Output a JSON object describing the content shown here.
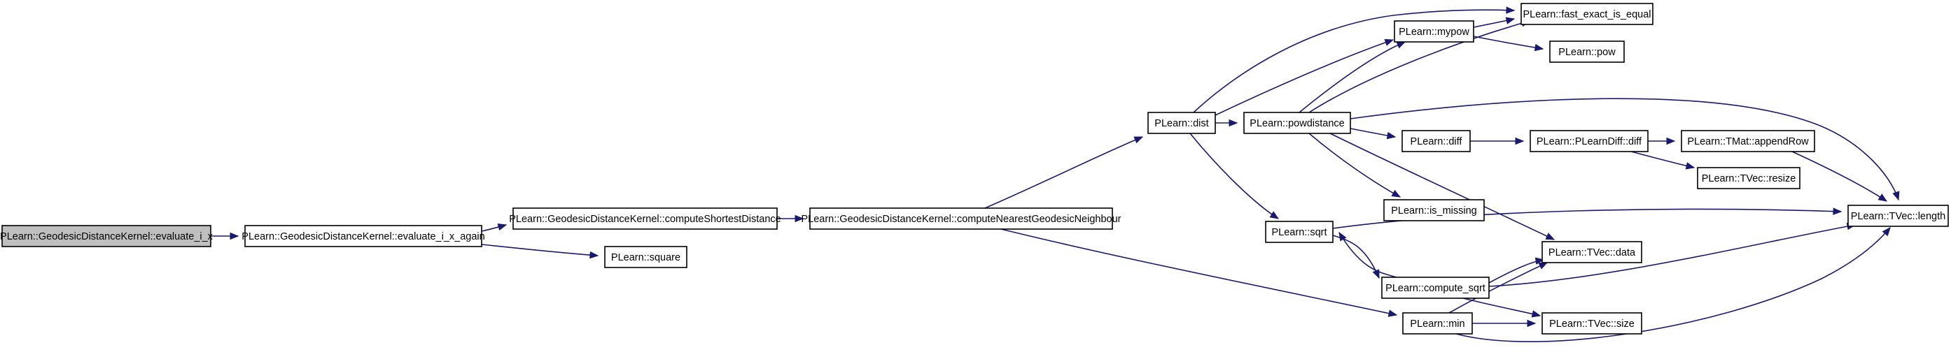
{
  "diagram": {
    "type": "call-graph",
    "colors": {
      "edge": "#191970",
      "node_border": "#000000",
      "root_fill": "#bfbfbf",
      "node_fill": "#ffffff"
    },
    "nodes": [
      {
        "id": "n0",
        "label": "PLearn::GeodesicDistanceKernel::evaluate_i_x",
        "root": true
      },
      {
        "id": "n1",
        "label": "PLearn::GeodesicDistanceKernel::evaluate_i_x_again"
      },
      {
        "id": "n2",
        "label": "PLearn::GeodesicDistanceKernel::computeShortestDistance"
      },
      {
        "id": "n3",
        "label": "PLearn::square"
      },
      {
        "id": "n4",
        "label": "PLearn::GeodesicDistanceKernel::computeNearestGeodesicNeighbour"
      },
      {
        "id": "n5",
        "label": "PLearn::dist"
      },
      {
        "id": "n6",
        "label": "PLearn::min"
      },
      {
        "id": "n7",
        "label": "PLearn::powdistance"
      },
      {
        "id": "n8",
        "label": "PLearn::mypow"
      },
      {
        "id": "n9",
        "label": "PLearn::fast_exact_is_equal"
      },
      {
        "id": "n10",
        "label": "PLearn::sqrt"
      },
      {
        "id": "n11",
        "label": "PLearn::pow"
      },
      {
        "id": "n12",
        "label": "PLearn::TVec::length"
      },
      {
        "id": "n13",
        "label": "PLearn::diff"
      },
      {
        "id": "n14",
        "label": "PLearn::is_missing"
      },
      {
        "id": "n15",
        "label": "PLearn::TVec::data"
      },
      {
        "id": "n16",
        "label": "PLearn::PLearnDiff::diff"
      },
      {
        "id": "n17",
        "label": "PLearn::TMat::appendRow"
      },
      {
        "id": "n18",
        "label": "PLearn::TVec::resize"
      },
      {
        "id": "n19",
        "label": "PLearn::compute_sqrt"
      },
      {
        "id": "n20",
        "label": "PLearn::TVec::size"
      }
    ],
    "edges": [
      {
        "from": "n0",
        "to": "n1"
      },
      {
        "from": "n1",
        "to": "n2"
      },
      {
        "from": "n1",
        "to": "n3"
      },
      {
        "from": "n2",
        "to": "n4"
      },
      {
        "from": "n4",
        "to": "n5"
      },
      {
        "from": "n4",
        "to": "n6"
      },
      {
        "from": "n5",
        "to": "n7"
      },
      {
        "from": "n5",
        "to": "n8"
      },
      {
        "from": "n5",
        "to": "n9"
      },
      {
        "from": "n5",
        "to": "n10"
      },
      {
        "from": "n7",
        "to": "n8"
      },
      {
        "from": "n7",
        "to": "n9"
      },
      {
        "from": "n7",
        "to": "n12"
      },
      {
        "from": "n7",
        "to": "n13"
      },
      {
        "from": "n7",
        "to": "n14"
      },
      {
        "from": "n7",
        "to": "n15"
      },
      {
        "from": "n8",
        "to": "n9"
      },
      {
        "from": "n8",
        "to": "n11"
      },
      {
        "from": "n13",
        "to": "n16"
      },
      {
        "from": "n16",
        "to": "n17"
      },
      {
        "from": "n16",
        "to": "n18"
      },
      {
        "from": "n17",
        "to": "n12"
      },
      {
        "from": "n10",
        "to": "n12"
      },
      {
        "from": "n10",
        "to": "n19"
      },
      {
        "from": "n19",
        "to": "n10"
      },
      {
        "from": "n19",
        "to": "n15"
      },
      {
        "from": "n19",
        "to": "n12"
      },
      {
        "from": "n19",
        "to": "n20"
      },
      {
        "from": "n6",
        "to": "n15"
      },
      {
        "from": "n6",
        "to": "n20"
      },
      {
        "from": "n6",
        "to": "n12"
      }
    ]
  }
}
